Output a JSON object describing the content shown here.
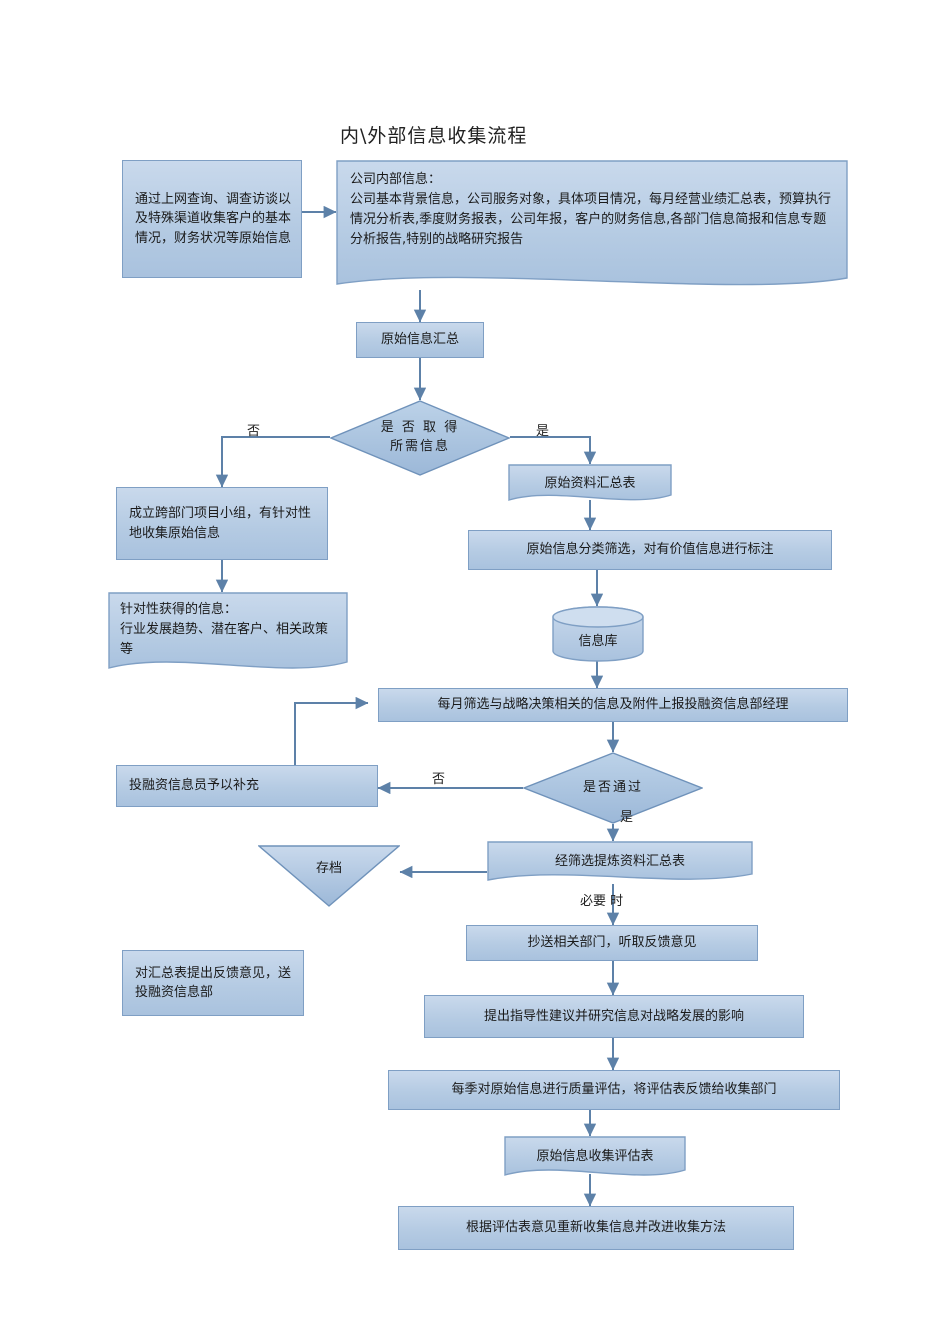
{
  "title": "内\\外部信息收集流程",
  "colors": {
    "box_fill_light": "#c9d9ec",
    "box_fill_dark": "#a9c2de",
    "box_border": "#7f9fc4",
    "diamond_fill": "#a8c3dd",
    "diamond_border": "#6f92ba",
    "connector": "#5d81a8",
    "text": "#1a1a1a",
    "page_background": "#ffffff"
  },
  "nodes": {
    "external_sources": "通过上网查询、调查访谈以及特殊渠道收集客户的基本情况，财务状况等原始信息",
    "internal_info_heading": "公司内部信息：",
    "internal_info_body": "公司基本背景信息，公司服务对象，具体项目情况，每月经营业绩汇总表，预算执行情况分析表,季度财务报表，公司年报，客户的财务信息,各部门信息简报和信息专题分析报告,特别的战略研究报告",
    "raw_info_summary": "原始信息汇总",
    "decision_obtained": "是否取得\n所需信息",
    "decision_obtained_line1": "是 否 取 得",
    "decision_obtained_line2": "所需信息",
    "cross_dept_team": "成立跨部门项目小组，有针对性地收集原始信息",
    "targeted_info_heading": "针对性获得的信息：",
    "targeted_info_body": "行业发展趋势、潜在客户、相关政策等",
    "raw_material_table": "原始资料汇总表",
    "classify_filter": "原始信息分类筛选，对有价值信息进行标注",
    "info_database": "信息库",
    "monthly_report": "每月筛选与战略决策相关的信息及附件上报投融资信息部经理",
    "decision_pass": "是否通过",
    "supplement": "投融资信息员予以补充",
    "refined_table": "经筛选提炼资料汇总表",
    "archive": "存档",
    "feedback_to_dept": "对汇总表提出反馈意见，送投融资信息部",
    "copy_to_depts": "抄送相关部门，听取反馈意见",
    "guidance_suggestion": "提出指导性建议并研究信息对战略发展的影响",
    "quarterly_quality": "每季对原始信息进行质量评估，将评估表反馈给收集部门",
    "collection_eval_table": "原始信息收集评估表",
    "recollect_improve": "根据评估表意见重新收集信息并改进收集方法"
  },
  "edge_labels": {
    "no_left": "否",
    "yes_right": "是",
    "no_pass": "否",
    "yes_pass": "是",
    "if_necessary": "必要 时"
  }
}
